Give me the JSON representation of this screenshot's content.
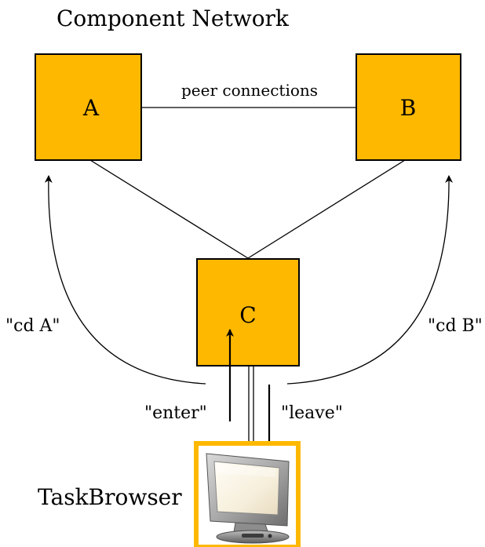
{
  "title": "Component Network",
  "nodes": {
    "a": "A",
    "b": "B",
    "c": "C"
  },
  "edge_label": "peer connections",
  "commands": {
    "cd_a": "\"cd A\"",
    "cd_b": "\"cd B\"",
    "enter": "\"enter\"",
    "leave": "\"leave\""
  },
  "task_browser_label": "TaskBrowser",
  "task_browser_icon": "computer-monitor-icon",
  "colors": {
    "node_fill": "#FFB800",
    "node_stroke": "#000000",
    "line": "#000000"
  }
}
